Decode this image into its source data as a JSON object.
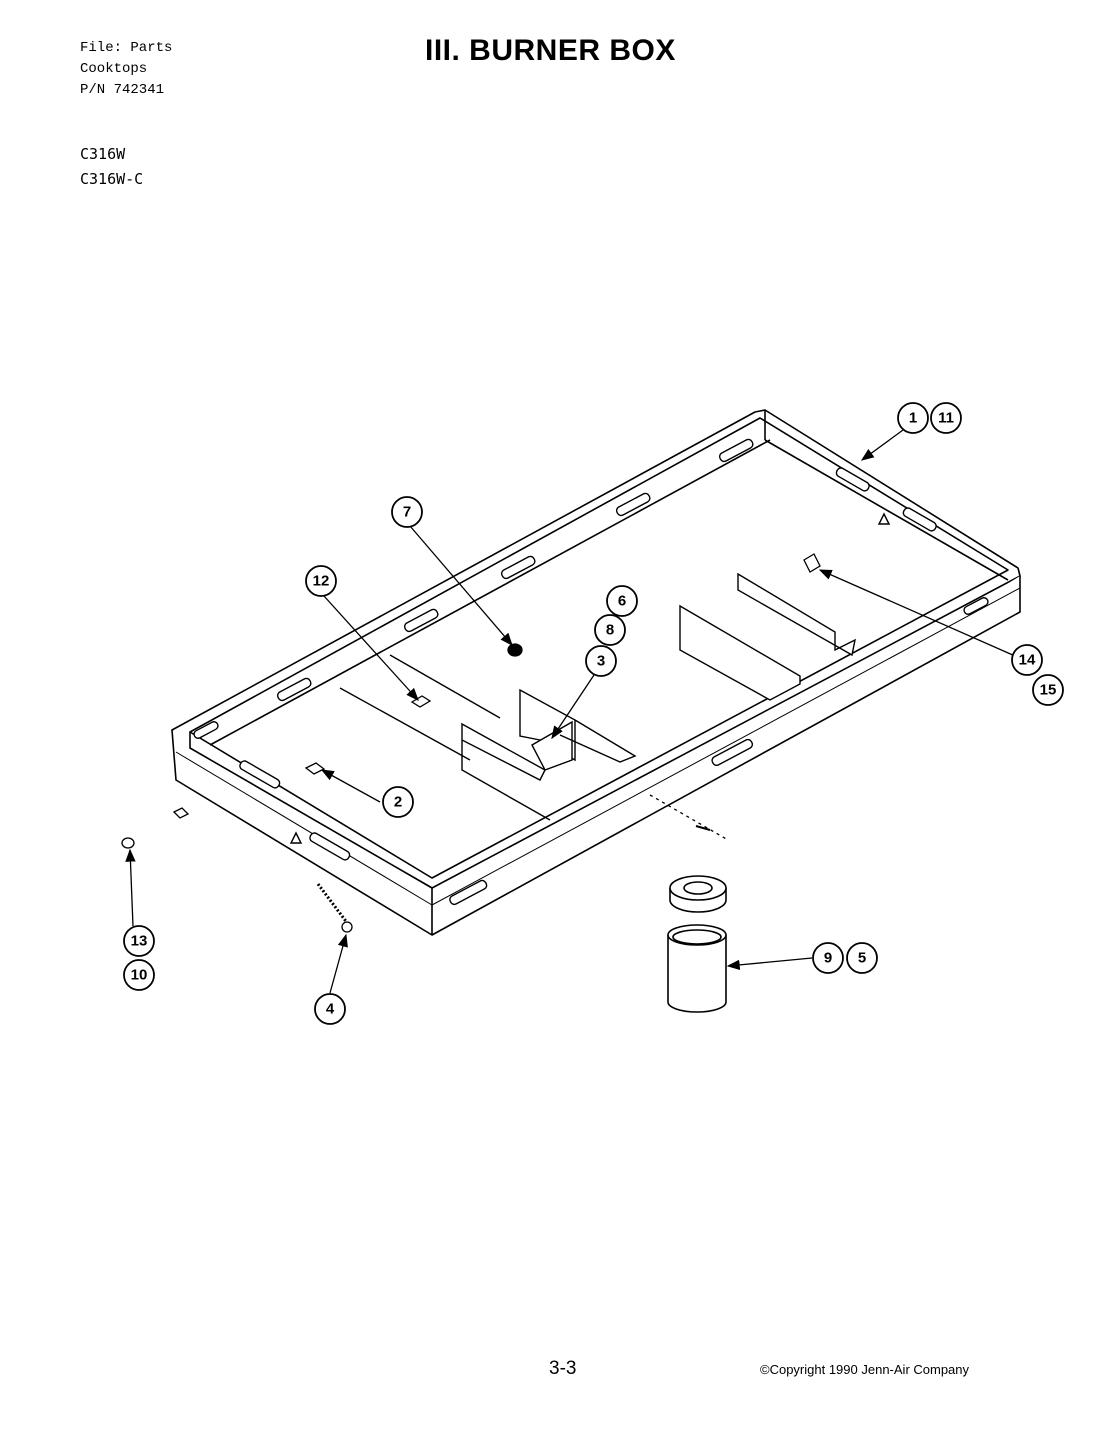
{
  "header": {
    "file_lines": [
      "File: Parts",
      "Cooktops",
      "P/N 742341"
    ],
    "models": [
      "C316W",
      "C316W-C"
    ],
    "title": "III. BURNER BOX"
  },
  "callouts": [
    "1",
    "11",
    "7",
    "12",
    "6",
    "8",
    "3",
    "14",
    "15",
    "2",
    "13",
    "10",
    "4",
    "9",
    "5"
  ],
  "footer": {
    "page_number": "3-3",
    "copyright": "©Copyright 1990 Jenn-Air Company"
  }
}
